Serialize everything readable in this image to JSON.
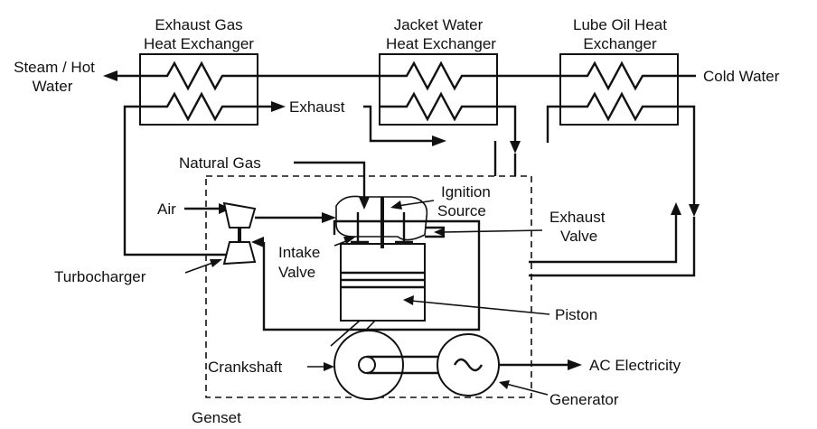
{
  "labels": {
    "exhaust_hx": [
      "Exhaust Gas",
      "Heat Exchanger"
    ],
    "jacket_hx": [
      "Jacket Water",
      "Heat Exchanger"
    ],
    "lube_hx": [
      "Lube Oil Heat",
      "Exchanger"
    ],
    "steam": [
      "Steam / Hot",
      "Water"
    ],
    "cold_water": "Cold Water",
    "exhaust": "Exhaust",
    "natural_gas": "Natural Gas",
    "ignition": [
      "Ignition",
      "Source"
    ],
    "air": "Air",
    "exhaust_valve": [
      "Exhaust",
      "Valve"
    ],
    "intake_valve": [
      "Intake",
      "Valve"
    ],
    "turbocharger": "Turbocharger",
    "piston": "Piston",
    "crankshaft": "Crankshaft",
    "ac_electricity": "AC Electricity",
    "generator": "Generator",
    "genset": "Genset"
  }
}
